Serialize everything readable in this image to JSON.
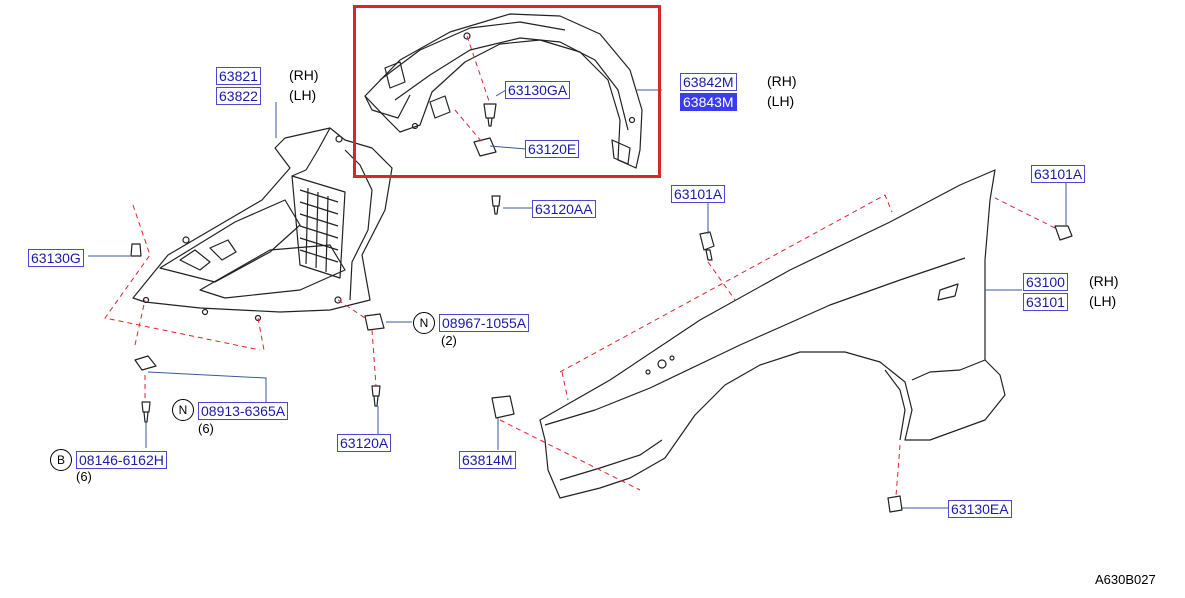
{
  "parts": {
    "p63821": "63821",
    "p63822": "63822",
    "p63842M": "63842M",
    "p63843M": "63843M",
    "p63130GA": "63130GA",
    "p63120E": "63120E",
    "p63120AA": "63120AA",
    "p63130G": "63130G",
    "p63101A_left": "63101A",
    "p63101A_right": "63101A",
    "p63100": "63100",
    "p63101": "63101",
    "p08967": "08967-1055A",
    "p08913": "08913-6365A",
    "p08146": "08146-6162H",
    "p63120A": "63120A",
    "p63814M": "63814M",
    "p63130EA": "63130EA"
  },
  "sides": {
    "rh": "(RH)",
    "lh": "(LH)"
  },
  "quantities": {
    "n08967": "(2)",
    "n08913": "(6)",
    "b08146": "(6)"
  },
  "circle_letters": {
    "n": "N",
    "b": "B"
  },
  "diagram_code": "A630B027",
  "colors": {
    "part_number_text": "#1a1aa6",
    "highlight_fill": "#3b3bf0",
    "highlight_box": "#d9262c",
    "leader_dashed": "#d9262c"
  }
}
